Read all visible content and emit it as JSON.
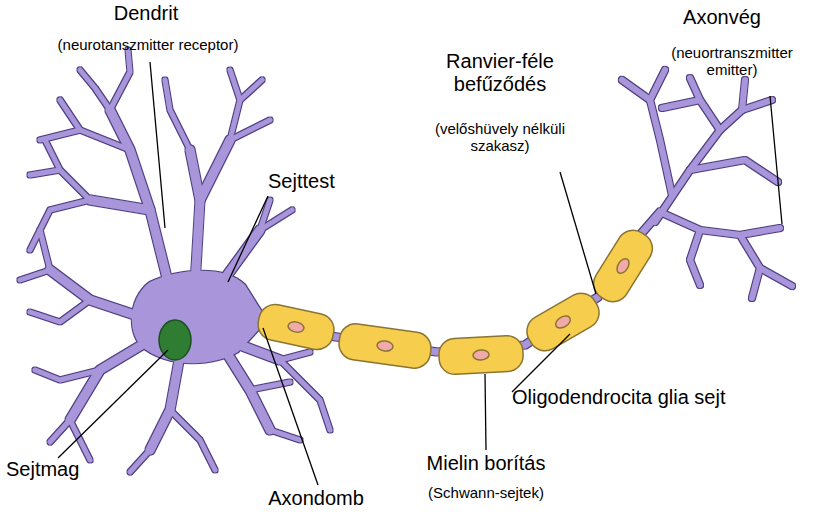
{
  "diagram": {
    "labels": [
      "Dendrit",
      "(neurotanszmitter receptor)",
      "Sejttest",
      "Ranvier-féle befűződés",
      "(velőshüvely nélküli szakasz)",
      "Axonvég",
      "(neuortranszmitter emitter)",
      "Oligodendrocita glia sejt",
      "Mielin borítás",
      "(Schwann-sejtek)",
      "Sejtmag",
      "Axondomb"
    ]
  }
}
